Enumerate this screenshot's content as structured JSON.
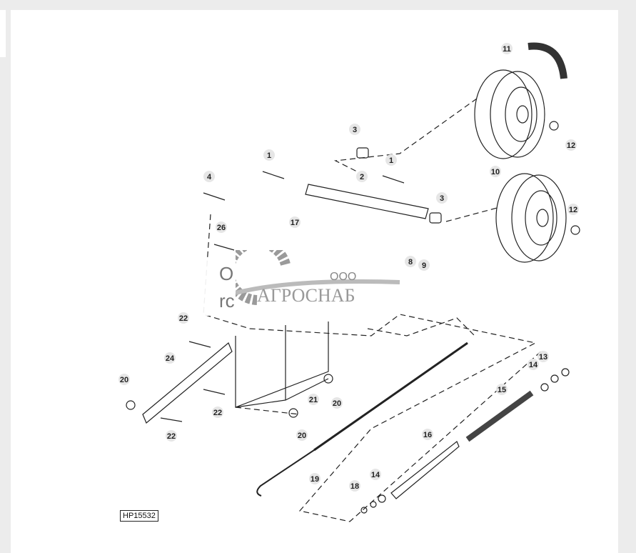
{
  "diagram": {
    "figure_id": "HP15532",
    "callouts": [
      "11",
      "12",
      "10",
      "3",
      "1",
      "1",
      "2",
      "3",
      "4",
      "12",
      "26",
      "17",
      "8",
      "9",
      "22",
      "24",
      "20",
      "21",
      "20",
      "22",
      "22",
      "20",
      "19",
      "13",
      "14",
      "15",
      "16",
      "14",
      "18"
    ],
    "overlay_text": [
      "O",
      "rc"
    ],
    "watermark": {
      "prefix": "ООО",
      "name": "АГРОСНАБ",
      "color": "#9a9a9a"
    }
  }
}
